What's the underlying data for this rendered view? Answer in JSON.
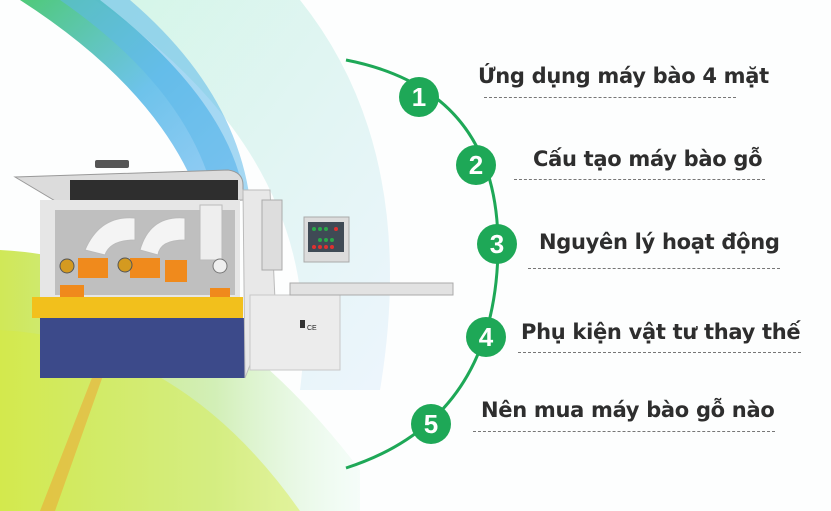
{
  "colors": {
    "accent_green": "#1ea857",
    "text": "#2e2e2e",
    "machine_blue": "#3c4a8a",
    "machine_yellow": "#f2c01c",
    "machine_orange": "#f08a1c"
  },
  "image": {
    "subject": "4-sided wood planer machine",
    "icon": "wood-planer-machine-illustration"
  },
  "menu": {
    "items": [
      {
        "number": "1",
        "label": "Ứng dụng máy bào 4 mặt"
      },
      {
        "number": "2",
        "label": "Cấu tạo máy bào gỗ"
      },
      {
        "number": "3",
        "label": "Nguyên lý hoạt động"
      },
      {
        "number": "4",
        "label": "Phụ kiện vật tư thay thế"
      },
      {
        "number": "5",
        "label": "Nên mua máy bào gỗ nào"
      }
    ]
  }
}
